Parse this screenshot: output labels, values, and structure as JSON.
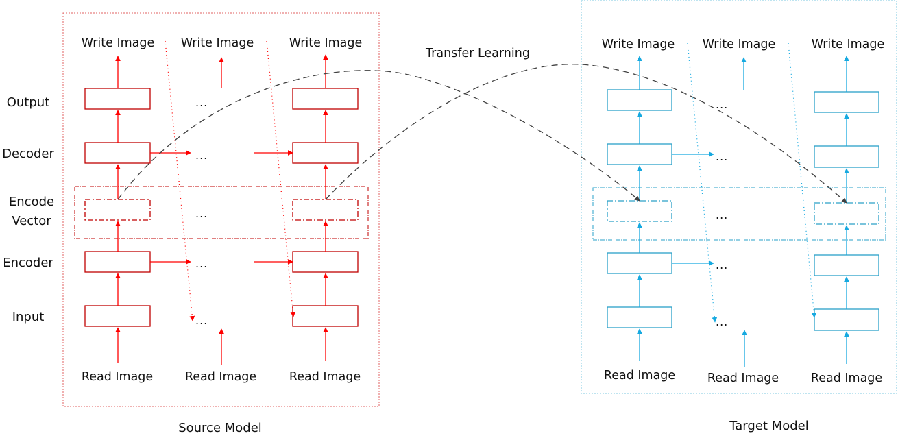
{
  "diagram": {
    "title_label": "Transfer Learning",
    "row_labels": [
      {
        "id": "output",
        "text": "Output"
      },
      {
        "id": "decoder",
        "text": "Decoder"
      },
      {
        "id": "encode-vector-line1",
        "text": "Encode"
      },
      {
        "id": "encode-vector-line2",
        "text": "Vector"
      },
      {
        "id": "encoder",
        "text": "Encoder"
      },
      {
        "id": "input",
        "text": "Input"
      }
    ],
    "ellipsis": "...",
    "models": [
      {
        "id": "source",
        "caption": "Source Model",
        "colors": {
          "box": "#c00000",
          "arrow": "#ff0000",
          "frame": "#e06060"
        },
        "write_labels": [
          "Write Image",
          "Write Image",
          "Write Image"
        ],
        "read_labels": [
          "Read Image",
          "Read Image",
          "Read Image"
        ]
      },
      {
        "id": "target",
        "caption": "Target Model",
        "colors": {
          "box": "#2aa0c8",
          "arrow": "#16a9e0",
          "frame": "#7cc8e0"
        },
        "write_labels": [
          "Write Image",
          "Write Image",
          "Write Image"
        ],
        "read_labels": [
          "Read Image",
          "Read Image",
          "Read Image"
        ]
      }
    ],
    "transfer_links": [
      {
        "from": "source column 1 encode vector",
        "to": "target column 1 encode vector"
      },
      {
        "from": "source column 3 encode vector",
        "to": "target column 3 encode vector"
      }
    ],
    "link_color": "#404040"
  }
}
